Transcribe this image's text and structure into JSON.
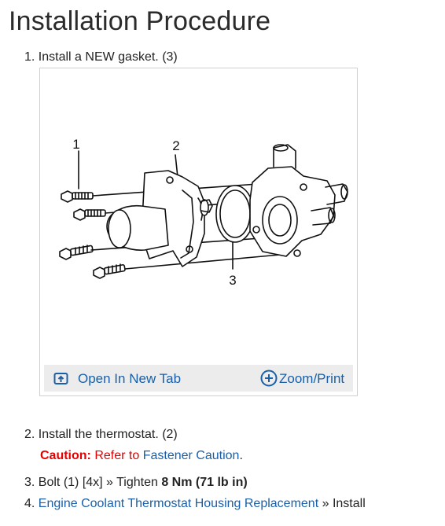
{
  "title": "Installation Procedure",
  "steps": [
    {
      "num": "1.",
      "text": "Install a NEW gasket. (3)"
    },
    {
      "num": "2.",
      "text": "Install the thermostat. (2)",
      "caution_label": "Caution:",
      "caution_text": "Refer to",
      "caution_link": "Fastener Caution",
      "caution_end": "."
    },
    {
      "num": "3.",
      "prefix": "Bolt (1) [4x] » Tighten",
      "torque": "8 Nm (71 lb in)"
    },
    {
      "num": "4.",
      "link": "Engine Coolant Thermostat Housing Replacement",
      "suffix": "» Install"
    }
  ],
  "figure": {
    "callouts": [
      "1",
      "2",
      "3"
    ],
    "open_tab_label": "Open In New Tab",
    "zoom_label": "Zoom/Print"
  }
}
